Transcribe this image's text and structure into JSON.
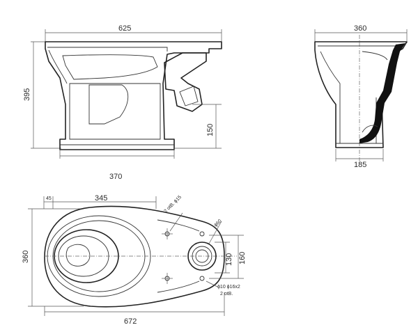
{
  "dimensions": {
    "side_width": "625",
    "side_height": "395",
    "outlet_height": "150",
    "base_length": "370",
    "front_width": "360",
    "front_base": "185",
    "top_offset": "45",
    "top_inner_length": "345",
    "top_width": "360",
    "top_length": "672",
    "outlet_inner": "130",
    "outlet_outer": "160"
  },
  "annotations": {
    "holes_upper": "2 otB. ϕ15",
    "hole_right": "ϕ60",
    "holes_lower": "ϕ10 ϕ16x2",
    "holes_lower_count": "2 otB."
  },
  "colors": {
    "line": "#222222",
    "fill_section": "#111111"
  }
}
